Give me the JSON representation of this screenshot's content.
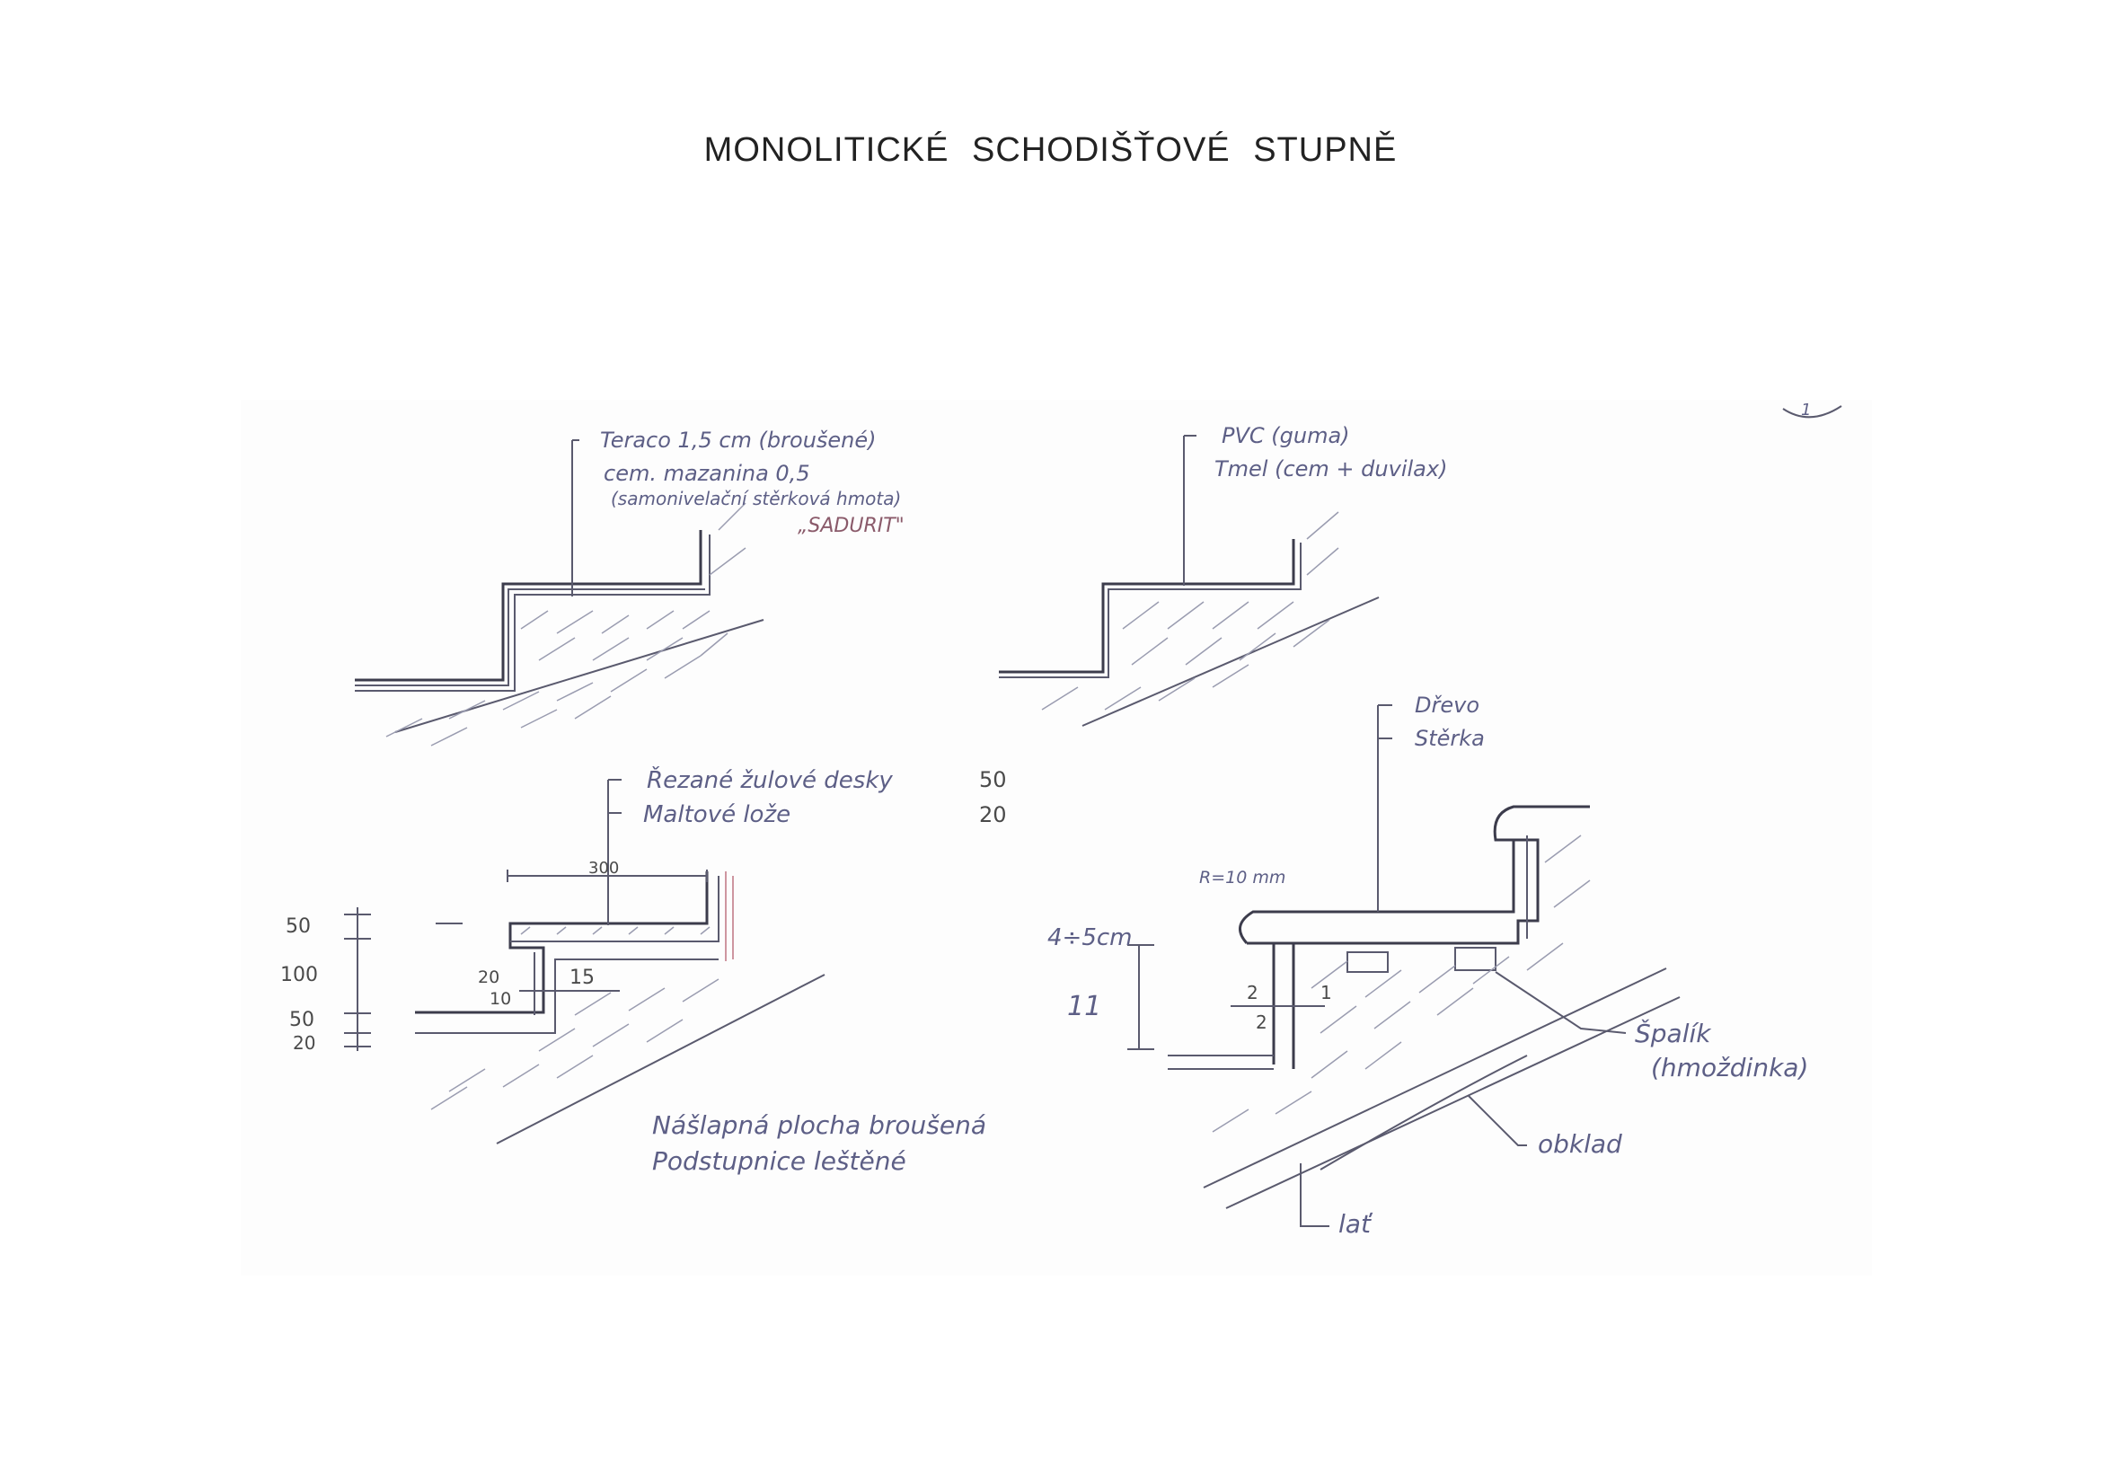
{
  "title": "MONOLITICKÉ   SCHODIŠŤOVÉ  STUPNĚ",
  "sketch1": {
    "label_1": "Teraco  1,5 cm  (broušené)",
    "label_2": "cem. mazanina  0,5",
    "label_3": "(samonivelační  stěrková  hmota)",
    "label_4": "„SADURIT\""
  },
  "sketch2": {
    "label_1": "PVC  (guma)",
    "label_2": "Tmel  (cem + duvilax)"
  },
  "sketch3": {
    "label_1": "Řezané  žulové  desky",
    "value_1": "50",
    "label_2": "Maltové  lože",
    "value_2": "20",
    "dim_top": "300",
    "dim_50a": "50",
    "dim_100": "100",
    "dim_50b": "50",
    "dim_20": "20",
    "dim_20b": "20",
    "dim_10": "10",
    "dim_15": "15",
    "note_1": "Nášlapná  plocha  broušená",
    "note_2": "Podstupnice  leštěné"
  },
  "sketch4": {
    "label_1": "Dřevo",
    "label_2": "Stěrka",
    "radius": "R=10 mm",
    "dim_thick": "4÷5cm",
    "dim_11": "11",
    "dim_2a": "2",
    "dim_1": "1",
    "dim_2b": "2",
    "label_spalik_1": "Špalík",
    "label_spalik_2": "(hmoždinka)",
    "label_obklad": "obklad",
    "label_lat": "lať"
  },
  "page_number": "1"
}
